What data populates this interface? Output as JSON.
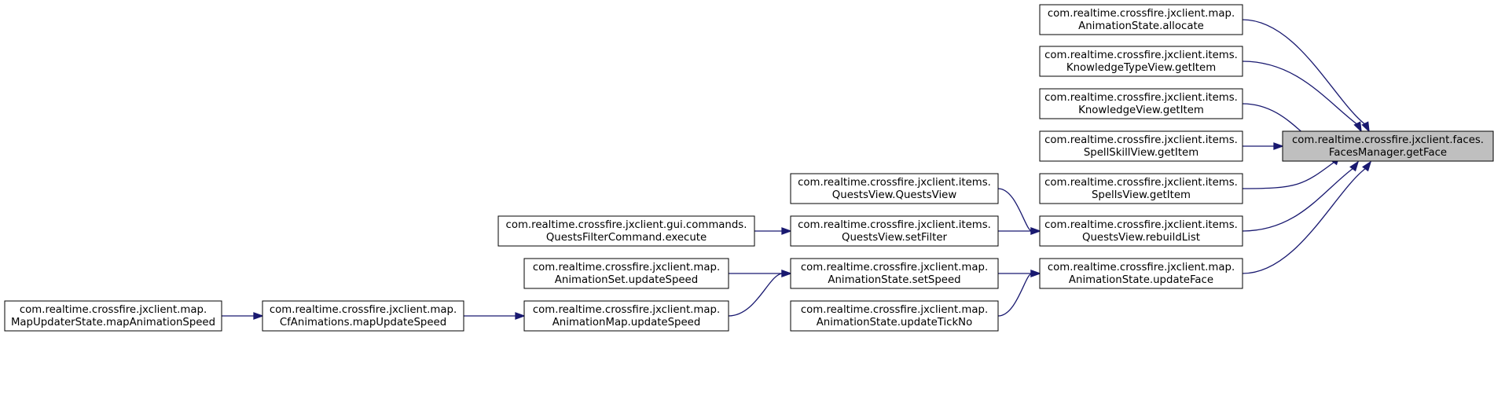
{
  "diagram": {
    "title": "",
    "colors": {
      "edge": "#191970",
      "focus_fill": "#bfbfbf",
      "node_border": "#000000",
      "background": "#ffffff"
    },
    "nodes": [
      {
        "id": "getface",
        "line1": "com.realtime.crossfire.jxclient.faces.",
        "line2": "FacesManager.getFace",
        "focus": true
      },
      {
        "id": "allocate",
        "line1": "com.realtime.crossfire.jxclient.map.",
        "line2": "AnimationState.allocate"
      },
      {
        "id": "kt_getitem",
        "line1": "com.realtime.crossfire.jxclient.items.",
        "line2": "KnowledgeTypeView.getItem"
      },
      {
        "id": "k_getitem",
        "line1": "com.realtime.crossfire.jxclient.items.",
        "line2": "KnowledgeView.getItem"
      },
      {
        "id": "ss_getitem",
        "line1": "com.realtime.crossfire.jxclient.items.",
        "line2": "SpellSkillView.getItem"
      },
      {
        "id": "s_getitem",
        "line1": "com.realtime.crossfire.jxclient.items.",
        "line2": "SpellsView.getItem"
      },
      {
        "id": "rebuildlist",
        "line1": "com.realtime.crossfire.jxclient.items.",
        "line2": "QuestsView.rebuildList"
      },
      {
        "id": "updateface",
        "line1": "com.realtime.crossfire.jxclient.map.",
        "line2": "AnimationState.updateFace"
      },
      {
        "id": "questsview",
        "line1": "com.realtime.crossfire.jxclient.items.",
        "line2": "QuestsView.QuestsView"
      },
      {
        "id": "setfilter",
        "line1": "com.realtime.crossfire.jxclient.items.",
        "line2": "QuestsView.setFilter"
      },
      {
        "id": "setspeed",
        "line1": "com.realtime.crossfire.jxclient.map.",
        "line2": "AnimationState.setSpeed"
      },
      {
        "id": "updatetickno",
        "line1": "com.realtime.crossfire.jxclient.map.",
        "line2": "AnimationState.updateTickNo"
      },
      {
        "id": "execute",
        "line1": "com.realtime.crossfire.jxclient.gui.commands.",
        "line2": "QuestsFilterCommand.execute"
      },
      {
        "id": "animset_updatespeed",
        "line1": "com.realtime.crossfire.jxclient.map.",
        "line2": "AnimationSet.updateSpeed"
      },
      {
        "id": "animmap_updatespeed",
        "line1": "com.realtime.crossfire.jxclient.map.",
        "line2": "AnimationMap.updateSpeed"
      },
      {
        "id": "mapupdatespeed",
        "line1": "com.realtime.crossfire.jxclient.map.",
        "line2": "CfAnimations.mapUpdateSpeed"
      },
      {
        "id": "mapanimationspeed",
        "line1": "com.realtime.crossfire.jxclient.map.",
        "line2": "MapUpdaterState.mapAnimationSpeed"
      }
    ],
    "edges": [
      {
        "from": "allocate",
        "to": "getface"
      },
      {
        "from": "kt_getitem",
        "to": "getface"
      },
      {
        "from": "k_getitem",
        "to": "getface"
      },
      {
        "from": "ss_getitem",
        "to": "getface"
      },
      {
        "from": "s_getitem",
        "to": "getface"
      },
      {
        "from": "rebuildlist",
        "to": "getface"
      },
      {
        "from": "updateface",
        "to": "getface"
      },
      {
        "from": "questsview",
        "to": "rebuildlist"
      },
      {
        "from": "setfilter",
        "to": "rebuildlist"
      },
      {
        "from": "execute",
        "to": "setfilter"
      },
      {
        "from": "setspeed",
        "to": "updateface"
      },
      {
        "from": "updatetickno",
        "to": "updateface"
      },
      {
        "from": "animset_updatespeed",
        "to": "setspeed"
      },
      {
        "from": "animmap_updatespeed",
        "to": "setspeed"
      },
      {
        "from": "mapupdatespeed",
        "to": "animmap_updatespeed"
      },
      {
        "from": "mapanimationspeed",
        "to": "mapupdatespeed"
      }
    ]
  }
}
